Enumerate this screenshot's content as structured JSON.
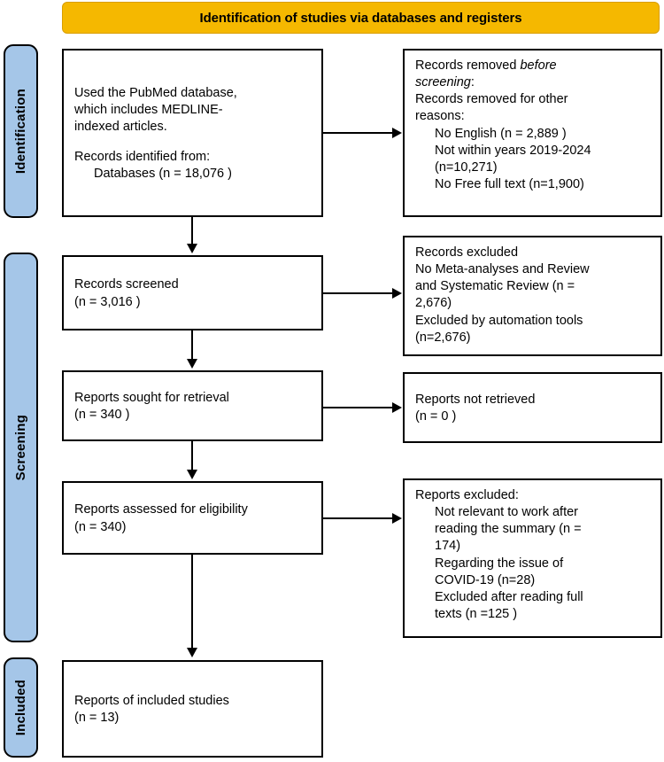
{
  "banner": {
    "title": "Identification of studies via databases and registers",
    "color": "#F5B800"
  },
  "stages": {
    "identification": "Identification",
    "screening": "Screening",
    "included": "Included",
    "color": "#A5C6E8"
  },
  "boxes": {
    "identified": {
      "line1": "Used the PubMed database,",
      "line2": "which includes MEDLINE-",
      "line3": "indexed articles.",
      "line4": "Records identified from:",
      "line5": "Databases (n = 18,076 )"
    },
    "removed_before_screening": {
      "line1_a": "Records removed ",
      "line1_b": "before",
      "line2_a": "screening",
      "line2_b": ":",
      "line3": "Records removed for other",
      "line4": "reasons:",
      "line5": "No English (n = 2,889 )",
      "line6": "Not within years 2019-2024",
      "line7": "(n=10,271)",
      "line8": "No Free full text (n=1,900)"
    },
    "screened": {
      "line1": "Records screened",
      "line2": "(n = 3,016 )"
    },
    "records_excluded": {
      "line1": "Records excluded",
      "line2": "No Meta-analyses and Review",
      "line3": "and Systematic Review (n =",
      "line4": "2,676)",
      "line5": "Excluded by automation tools",
      "line6": "(n=2,676)"
    },
    "sought_for_retrieval": {
      "line1": "Reports sought for retrieval",
      "line2": "(n = 340 )"
    },
    "not_retrieved": {
      "line1": "Reports not retrieved",
      "line2": "(n = 0 )"
    },
    "assessed_for_eligibility": {
      "line1": "Reports assessed for eligibility",
      "line2": "(n = 340)"
    },
    "reports_excluded": {
      "line1": "Reports excluded:",
      "line2": "Not relevant to work after",
      "line3": "reading the summary (n =",
      "line4": "174)",
      "line5": "Regarding the issue of",
      "line6": "COVID-19 (n=28)",
      "line7": "Excluded after reading full",
      "line8": "texts (n =125 )"
    },
    "included_studies": {
      "line1": "Reports of included studies",
      "line2": "(n = 13)"
    }
  }
}
